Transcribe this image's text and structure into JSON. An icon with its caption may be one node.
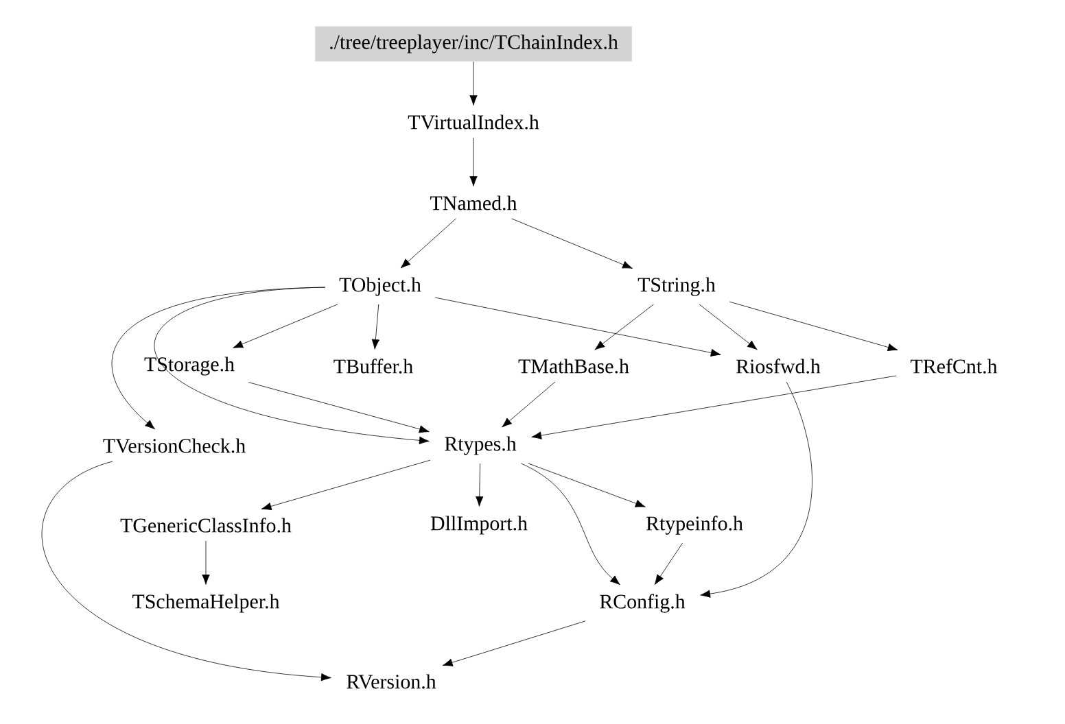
{
  "diagram": {
    "nodes": [
      {
        "text": [
          "./tree/treeplayer/inc/TChainIndex.h"
        ]
      },
      {
        "text": [
          "TVirtualIndex.h"
        ]
      },
      {
        "text": [
          "TNamed.h"
        ]
      },
      {
        "text": [
          "TObject.h"
        ]
      },
      {
        "text": [
          "TString.h"
        ]
      },
      {
        "text": [
          "TStorage.h"
        ]
      },
      {
        "text": [
          "TBuffer.h"
        ]
      },
      {
        "text": [
          "TMathBase.h"
        ]
      },
      {
        "text": [
          "Riosfwd.h"
        ]
      },
      {
        "text": [
          "TRefCnt.h"
        ]
      },
      {
        "text": [
          "TVersionCheck.h"
        ]
      },
      {
        "text": [
          "Rtypes.h"
        ]
      },
      {
        "text": [
          "TGenericClassInfo.h"
        ]
      },
      {
        "text": [
          "DllImport.h"
        ]
      },
      {
        "text": [
          "Rtypeinfo.h"
        ]
      },
      {
        "text": [
          "TSchemaHelper.h"
        ]
      },
      {
        "text": [
          "RConfig.h"
        ]
      },
      {
        "text": [
          "RVersion.h"
        ]
      }
    ],
    "edges": [
      {
        "from": 0,
        "to": 1,
        "arrow": "to"
      },
      {
        "from": 1,
        "to": 2,
        "arrow": "to"
      },
      {
        "from": 2,
        "to": 3,
        "arrow": "to"
      },
      {
        "from": 2,
        "to": 4,
        "arrow": "to"
      },
      {
        "from": 3,
        "to": 5,
        "arrow": "to"
      },
      {
        "from": 3,
        "to": 6,
        "arrow": "to"
      },
      {
        "from": 3,
        "to": 8,
        "arrow": "to"
      },
      {
        "from": 3,
        "to": 10,
        "arrow": "to"
      },
      {
        "from": 3,
        "to": 11,
        "arrow": "to"
      },
      {
        "from": 4,
        "to": 7,
        "arrow": "to"
      },
      {
        "from": 4,
        "to": 8,
        "arrow": "to"
      },
      {
        "from": 4,
        "to": 9,
        "arrow": "to"
      },
      {
        "from": 5,
        "to": 11,
        "arrow": "to"
      },
      {
        "from": 7,
        "to": 11,
        "arrow": "to"
      },
      {
        "from": 9,
        "to": 11,
        "arrow": "to"
      },
      {
        "from": 8,
        "to": 16,
        "arrow": "to"
      },
      {
        "from": 11,
        "to": 12,
        "arrow": "to"
      },
      {
        "from": 11,
        "to": 13,
        "arrow": "to"
      },
      {
        "from": 11,
        "to": 14,
        "arrow": "to"
      },
      {
        "from": 11,
        "to": 16,
        "arrow": "to"
      },
      {
        "from": 12,
        "to": 15,
        "arrow": "to"
      },
      {
        "from": 14,
        "to": 16,
        "arrow": "to"
      },
      {
        "from": 16,
        "to": 17,
        "arrow": "to"
      },
      {
        "from": 10,
        "to": 17,
        "arrow": "to"
      }
    ]
  }
}
